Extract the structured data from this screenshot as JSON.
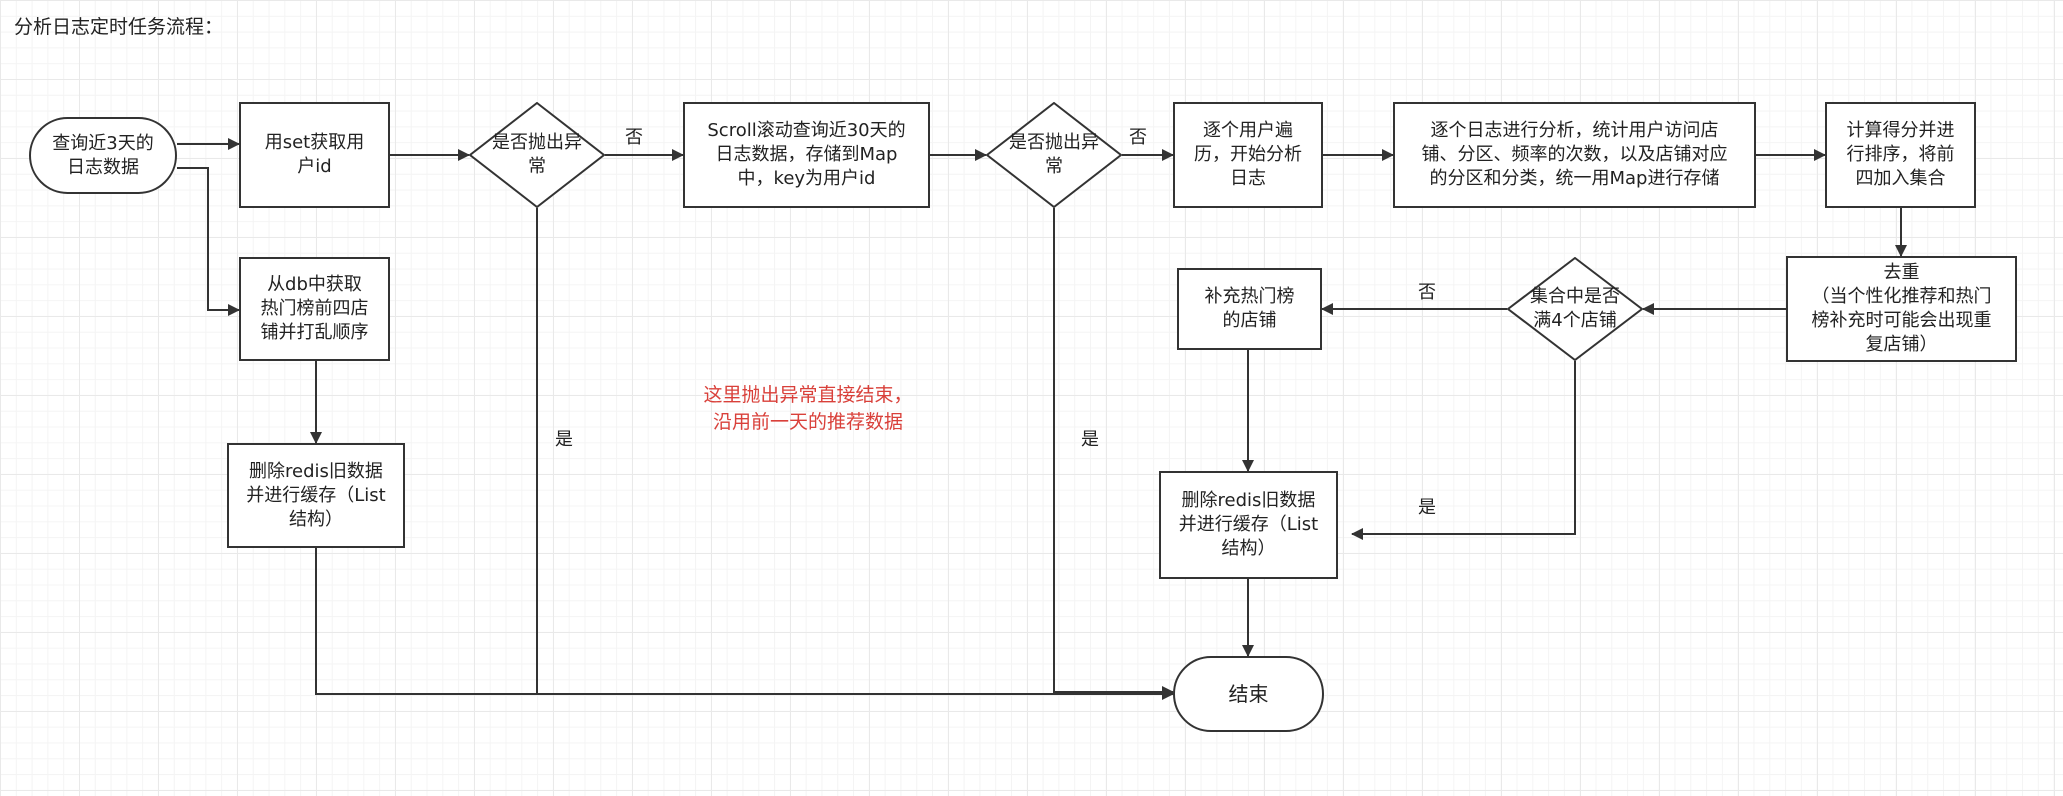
{
  "title": "分析日志定时任务流程：",
  "nodes": {
    "start": "查询近3天的\n日志数据",
    "get_user_id": "用set获取用\n户id",
    "check_exception_1": "是否抛出异\n常",
    "scroll_query": "Scroll滚动查询近30天的\n日志数据，存储到Map\n中，key为用户id",
    "check_exception_2": "是否抛出异\n常",
    "iterate_users": "逐个用户遍\n历，开始分析\n日志",
    "analyze_logs": "逐个日志进行分析，统计用户访问店\n铺、分区、频率的次数，以及店铺对应\n的分区和分类，统一用Map进行存储",
    "score_sort": "计算得分并进\n行排序，将前\n四加入集合",
    "hot_shops_db": "从db中获取\n热门榜前四店\n铺并打乱顺序",
    "delete_cache_left": "删除redis旧数据\n并进行缓存（List\n结构）",
    "dedupe": "去重\n（当个性化推荐和热门\n榜补充时可能会出现重\n复店铺）",
    "check_four_shops": "集合中是否\n满4个店铺",
    "supplement_hot": "补充热门榜\n的店铺",
    "delete_cache_right": "删除redis旧数据\n并进行缓存（List\n结构）",
    "end": "结束"
  },
  "edge_labels": {
    "no_1": "否",
    "no_2": "否",
    "no_3": "否",
    "yes_1": "是",
    "yes_2": "是",
    "yes_3": "是"
  },
  "note": "这里抛出异常直接结束，\n沿用前一天的推荐数据",
  "colors": {
    "stroke": "#333333",
    "note": "#d9403a",
    "grid": "#e9e9e9"
  }
}
